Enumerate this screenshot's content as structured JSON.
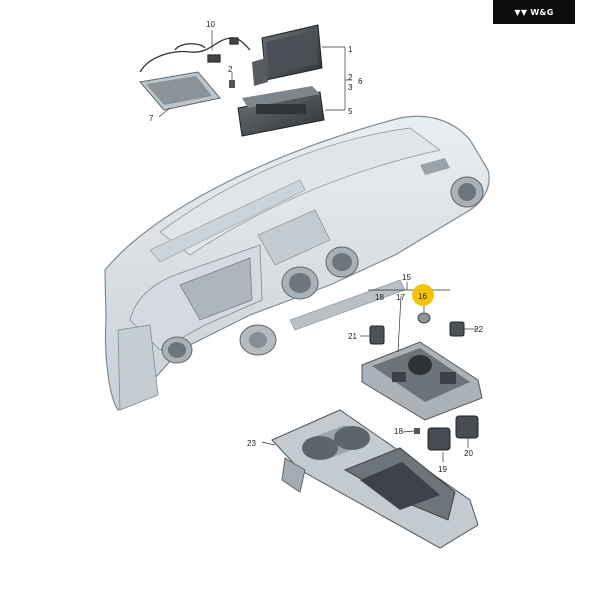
{
  "brand": {
    "badge_text": "W&G"
  },
  "highlight_color": "#f2c200",
  "callouts": [
    {
      "id": "1",
      "label": "1"
    },
    {
      "id": "2",
      "label": "2"
    },
    {
      "id": "2b",
      "label": "2"
    },
    {
      "id": "3",
      "label": "3"
    },
    {
      "id": "5",
      "label": "5"
    },
    {
      "id": "6",
      "label": "6"
    },
    {
      "id": "7",
      "label": "7"
    },
    {
      "id": "10",
      "label": "10"
    },
    {
      "id": "15",
      "label": "15"
    },
    {
      "id": "16",
      "label": "16"
    },
    {
      "id": "17",
      "label": "17"
    },
    {
      "id": "18a",
      "label": "18"
    },
    {
      "id": "18b",
      "label": "18"
    },
    {
      "id": "19",
      "label": "19"
    },
    {
      "id": "20",
      "label": "20"
    },
    {
      "id": "21",
      "label": "21"
    },
    {
      "id": "22",
      "label": "22"
    },
    {
      "id": "23",
      "label": "23"
    }
  ]
}
